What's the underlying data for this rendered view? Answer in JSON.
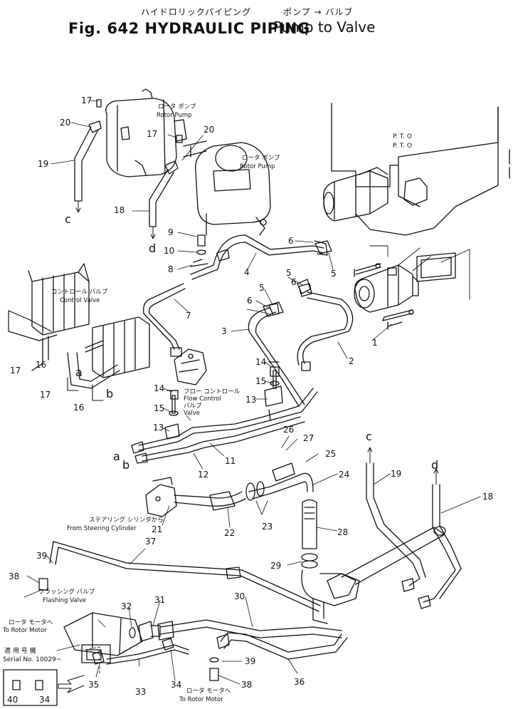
{
  "header": {
    "title_jp": "ハイドロリックパイピング",
    "subtitle_jp": "ポンプ → バルブ",
    "title_en": "Fig. 642 HYDRAULIC PIPING",
    "subtitle_en": "Pump to Valve"
  },
  "callouts": {
    "rotor_pump_jp": "ロータ ポンプ",
    "rotor_pump_en": "Rotor Pump",
    "pto_1": "P. T. O",
    "pto_2": "P. T. O",
    "control_valve_jp": "コントロール バルブ",
    "control_valve_en": "Control Valve",
    "flow_control_jp_1": "フロー コントロール",
    "flow_control_en_1": "Flow Control",
    "flow_control_jp_2": "バルブ",
    "flow_control_en_2": "Valve",
    "steering_jp": "ステアリング シリンダから",
    "steering_en": "From Steering Cylinder",
    "flashing_jp": "フラッシング バルブ",
    "flashing_en": "Flashing Valve",
    "rotor_motor_jp": "ロータ モータへ",
    "rotor_motor_en": "To Rotor Motor",
    "serial_jp": "適 用 号 機",
    "serial_en": "Serial No. 10029~"
  },
  "part_numbers": [
    "1",
    "2",
    "3",
    "4",
    "5",
    "6",
    "7",
    "8",
    "9",
    "10",
    "11",
    "12",
    "13",
    "14",
    "15",
    "16",
    "17",
    "18",
    "19",
    "20",
    "21",
    "22",
    "23",
    "24",
    "25",
    "26",
    "27",
    "28",
    "29",
    "30",
    "31",
    "32",
    "33",
    "34",
    "35",
    "36",
    "37",
    "38",
    "39",
    "40"
  ],
  "connection_letters": [
    "a",
    "b",
    "c",
    "d"
  ]
}
